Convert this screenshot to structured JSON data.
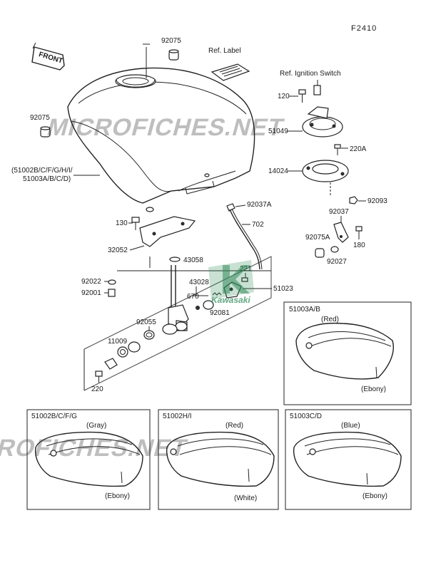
{
  "figure_code": "F2410",
  "front_badge": "FRONT",
  "watermark": "MICROFICHES.NET",
  "watermark_color": "#2e8b57",
  "brand_logo_text": "Kawasaki",
  "labels": {
    "p92075_top": "92075",
    "p92075_left": "92075",
    "ref_label": "Ref. Label",
    "ref_ignition": "Ref. Ignition Switch",
    "p120": "120",
    "p51049": "51049",
    "p220A": "220A",
    "p14024": "14024",
    "p92093": "92093",
    "p92037": "92037",
    "p92075A": "92075A",
    "p180": "180",
    "p92027": "92027",
    "tank_line1": "(51002B/C/F/G/H/I/",
    "tank_line2": "51003A/B/C/D)",
    "p92037A": "92037A",
    "p702": "702",
    "p130": "130",
    "p32052": "32052",
    "p43058": "43058",
    "p43028": "43028",
    "p221": "221",
    "p51023": "51023",
    "p92022": "92022",
    "p92001": "92001",
    "p670": "670",
    "p92081": "92081",
    "p92055": "92055",
    "p11009": "11009",
    "p220": "220"
  },
  "panels": [
    {
      "title": "51003A/B",
      "top_color": "(Red)",
      "bottom_color": "(Ebony)"
    },
    {
      "title": "51002B/C/F/G",
      "top_color": "(Gray)",
      "bottom_color": "(Ebony)"
    },
    {
      "title": "51002H/I",
      "top_color": "(Red)",
      "bottom_color": "(White)"
    },
    {
      "title": "51003C/D",
      "top_color": "(Blue)",
      "bottom_color": "(Ebony)"
    }
  ]
}
